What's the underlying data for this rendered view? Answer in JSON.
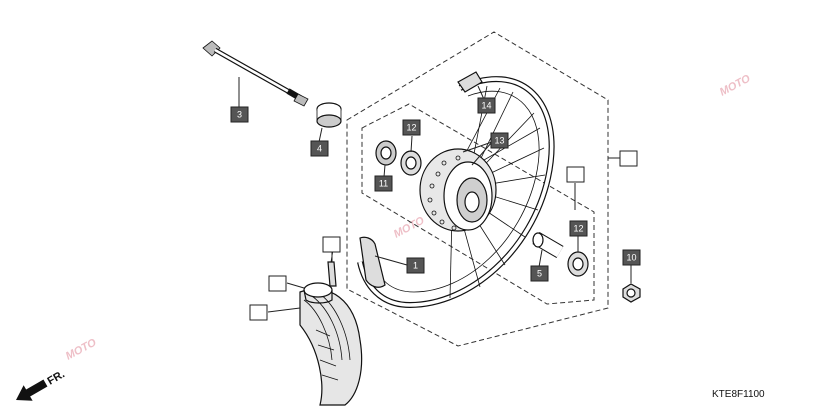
{
  "diagram": {
    "callouts": [
      {
        "id": "c3",
        "label": "3"
      },
      {
        "id": "c4",
        "label": "4"
      },
      {
        "id": "c14",
        "label": "14"
      },
      {
        "id": "c12a",
        "label": "12"
      },
      {
        "id": "c13",
        "label": "13"
      },
      {
        "id": "c11",
        "label": "11"
      },
      {
        "id": "c1",
        "label": "1"
      },
      {
        "id": "c12b",
        "label": "12"
      },
      {
        "id": "c5",
        "label": "5"
      },
      {
        "id": "c10",
        "label": "10"
      }
    ],
    "direction_label": "FR.",
    "diagram_code": "KTE8F1100",
    "watermark_text": "MOTO"
  }
}
